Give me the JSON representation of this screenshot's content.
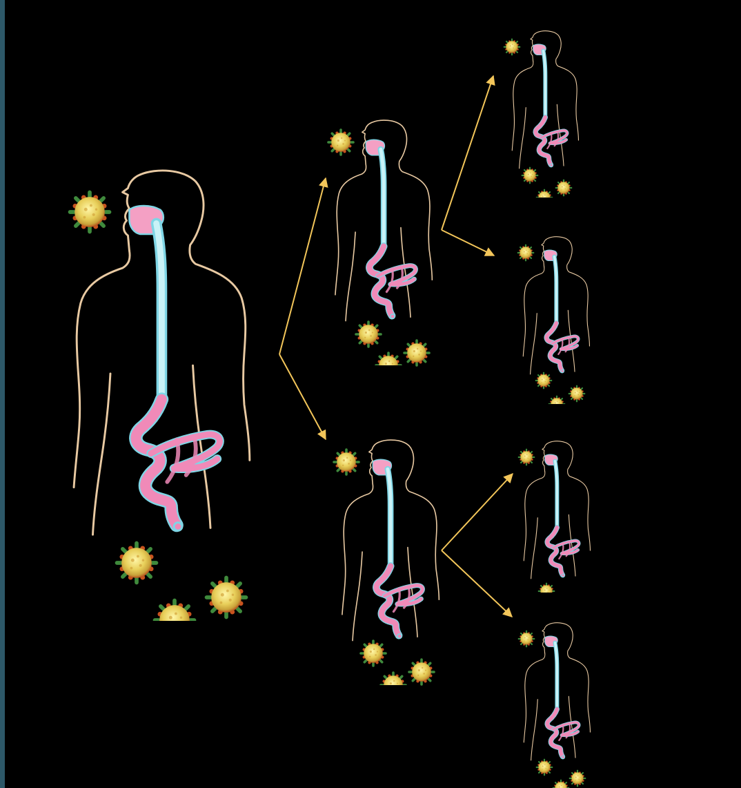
{
  "diagram": {
    "type": "transmission-tree",
    "description_label": "",
    "generations": [
      {
        "generation": 1,
        "people": [
          "person-source"
        ]
      },
      {
        "generation": 2,
        "people": [
          "person-g2-top",
          "person-g2-bottom"
        ]
      },
      {
        "generation": 3,
        "people": [
          "person-g3-a",
          "person-g3-b",
          "person-g3-c",
          "person-g3-d"
        ]
      }
    ],
    "edges": [
      {
        "from": "person-source",
        "to": "person-g2-top"
      },
      {
        "from": "person-source",
        "to": "person-g2-bottom"
      },
      {
        "from": "person-g2-top",
        "to": "person-g3-a"
      },
      {
        "from": "person-g2-top",
        "to": "person-g3-b"
      },
      {
        "from": "person-g2-bottom",
        "to": "person-g3-c"
      },
      {
        "from": "person-g2-bottom",
        "to": "person-g3-d"
      }
    ],
    "colors": {
      "background": "#000000",
      "frame": "#2d5868",
      "body_outline": "#e8c9a2",
      "esophagus": "#a8e3ee",
      "intestine": "#f08ab8",
      "intestine_outline": "#7fd6e6",
      "arrow": "#f3c65a",
      "virus_core": "#f4e27a",
      "virus_rim": "#c8521e",
      "virus_spike": "#3f8a3c"
    },
    "icons": [
      "virus-particle-icon",
      "human-body-outline-icon",
      "digestive-tract-icon",
      "arrow-icon"
    ]
  }
}
